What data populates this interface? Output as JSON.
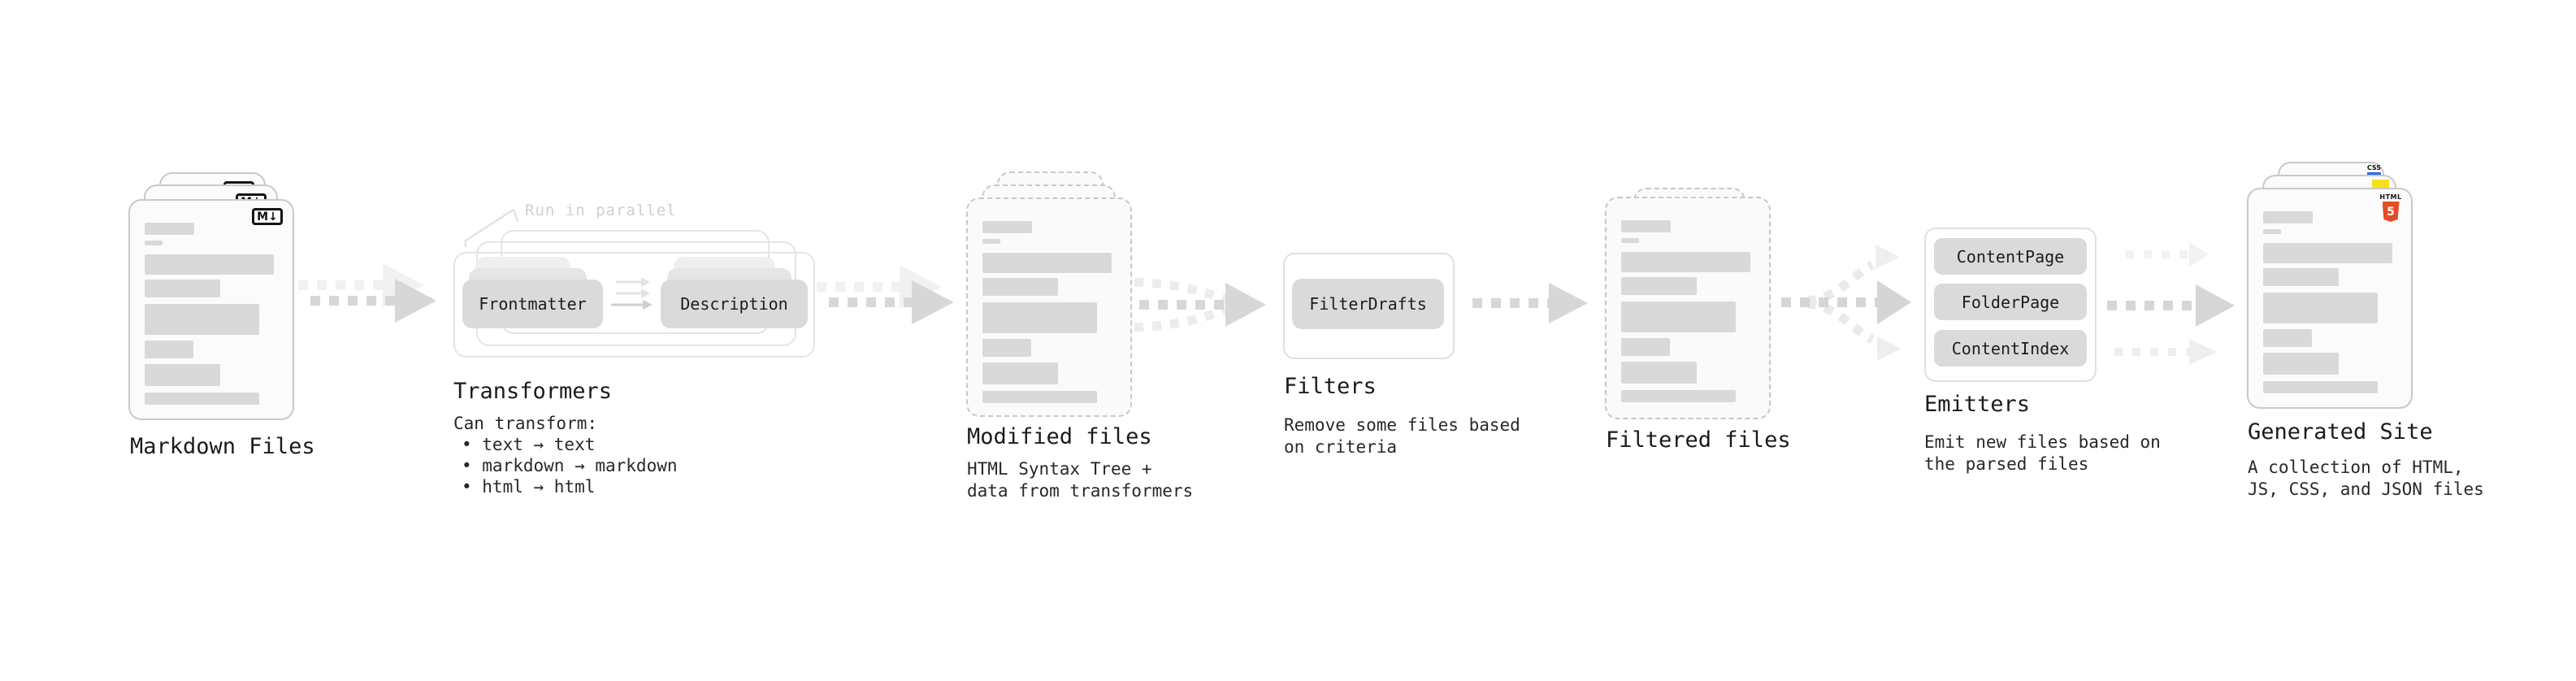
{
  "diagram": {
    "markdown": {
      "label": "Markdown Files",
      "badge": "M↓"
    },
    "transformers": {
      "label": "Transformers",
      "callout": "Run in parallel",
      "buttons": [
        "Frontmatter",
        "Description"
      ],
      "note": {
        "heading": "Can transform:",
        "bullets": [
          "• text → text",
          "• markdown → markdown",
          "• html → html"
        ]
      }
    },
    "modified": {
      "label": "Modified files",
      "desc": [
        "HTML Syntax Tree +",
        "data from transformers"
      ]
    },
    "filters": {
      "label": "Filters",
      "buttons": [
        "FilterDrafts"
      ],
      "desc": [
        "Remove some files based",
        "on criteria"
      ]
    },
    "filtered": {
      "label": "Filtered files"
    },
    "emitters": {
      "label": "Emitters",
      "buttons": [
        "ContentPage",
        "FolderPage",
        "ContentIndex"
      ],
      "desc": [
        "Emit new files based on",
        "the parsed files"
      ]
    },
    "generated": {
      "label": "Generated Site",
      "desc": [
        "A collection of HTML,",
        "JS, CSS, and JSON files"
      ],
      "badges": {
        "css": "CSS",
        "html": "HTML",
        "html_digit": "5"
      }
    },
    "colors": {
      "html5_orange": "#e44d26",
      "js_yellow": "#f7df1e",
      "css_blue": "#2b6bf3",
      "arrow_gray": "#d7d7d7",
      "ghost_gray": "#f1f1f1"
    }
  }
}
